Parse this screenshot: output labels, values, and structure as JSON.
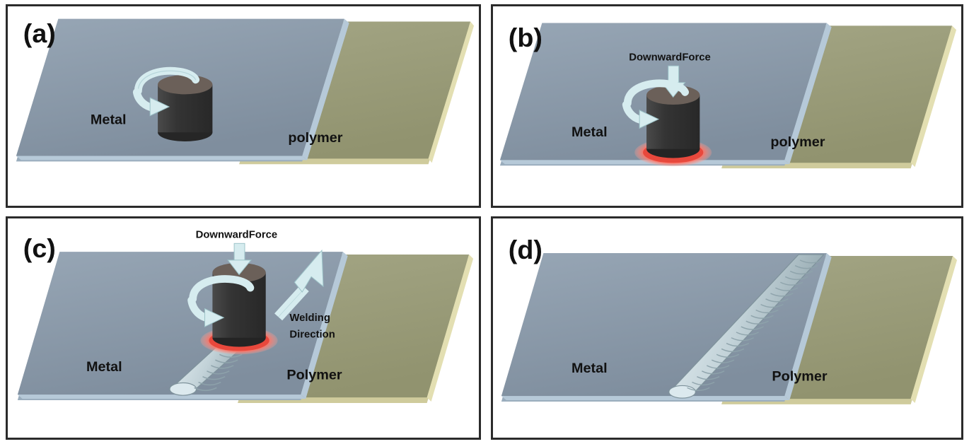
{
  "figure": {
    "title": "Friction stir welding of metal to polymer — process stages",
    "background_color": "#ffffff",
    "panel_border_color": "#2b2b2b"
  },
  "colors": {
    "metal_top": "#8694a4",
    "metal_top_light": "#93a2b1",
    "metal_edge": "#b6c9d8",
    "metal_edge_dark": "#9aadbd",
    "polymer_top": "#989a78",
    "polymer_top_light": "#a3a584",
    "polymer_edge": "#e3dfb2",
    "polymer_edge_dark": "#cfcb9c",
    "tool_body_dark": "#2f2f2f",
    "tool_body_mid": "#3d3d3d",
    "tool_top": "#6b6059",
    "hot_zone_red": "#fb4740",
    "hot_zone_red_light": "#ff8a80",
    "arrow_fill": "#d6ecef",
    "arrow_stroke": "#8fb8bd",
    "weld_bead_light": "#dce9ee",
    "weld_bead_mid": "#aebfc6",
    "weld_bead_stroke": "#7e929b",
    "label_text": "#111111"
  },
  "panels": [
    {
      "id": "a",
      "label": "(a)",
      "caption_stage": "tool rotating above the metal plate before plunge",
      "metal_label": "Metal",
      "polymer_label": "polymer",
      "annotations": [],
      "features": {
        "tool_present": true,
        "rotation_arrow": true,
        "downward_force_arrow": false,
        "welding_direction_arrow": false,
        "hot_zone": false,
        "weld_bead": "none",
        "tool_contact": false
      }
    },
    {
      "id": "b",
      "label": "(b)",
      "caption_stage": "tool plunged into joint line generating heat",
      "metal_label": "Metal",
      "polymer_label": "polymer",
      "annotations": [
        {
          "name": "downward-force",
          "text": "DownwardForce"
        }
      ],
      "features": {
        "tool_present": true,
        "rotation_arrow": true,
        "downward_force_arrow": true,
        "welding_direction_arrow": false,
        "hot_zone": true,
        "weld_bead": "none",
        "tool_contact": true
      }
    },
    {
      "id": "c",
      "label": "(c)",
      "caption_stage": "tool traversing along the joint forming the weld seam",
      "metal_label": "Metal",
      "polymer_label": "Polymer",
      "annotations": [
        {
          "name": "downward-force",
          "text": "DownwardForce"
        },
        {
          "name": "welding-direction-line-1",
          "text": "Welding"
        },
        {
          "name": "welding-direction-line-2",
          "text": "Direction"
        }
      ],
      "features": {
        "tool_present": true,
        "rotation_arrow": true,
        "downward_force_arrow": true,
        "welding_direction_arrow": true,
        "hot_zone": true,
        "weld_bead": "partial",
        "tool_contact": true
      }
    },
    {
      "id": "d",
      "label": "(d)",
      "caption_stage": "completed weld after tool retraction",
      "metal_label": "Metal",
      "polymer_label": "Polymer",
      "annotations": [],
      "features": {
        "tool_present": false,
        "rotation_arrow": false,
        "downward_force_arrow": false,
        "welding_direction_arrow": false,
        "hot_zone": false,
        "weld_bead": "full",
        "tool_contact": false
      }
    }
  ]
}
